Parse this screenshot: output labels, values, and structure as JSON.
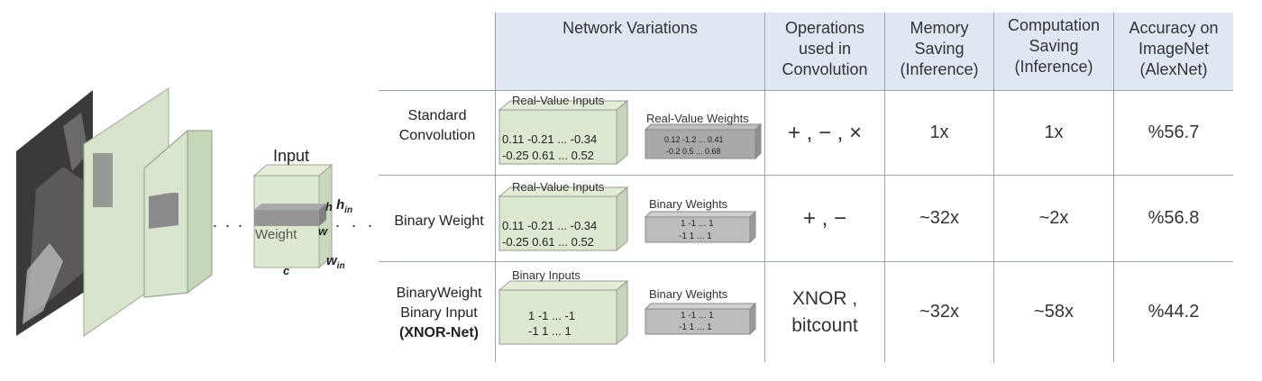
{
  "header": {
    "col1": "Network Variations",
    "col2": "Operations used in Convolution",
    "col3": "Memory Saving (Inference)",
    "col4": "Computation Saving (Inference)",
    "col5": "Accuracy on ImageNet (AlexNet)"
  },
  "rows": [
    {
      "label": "Standard Convolution",
      "input_label": "Real-Value Inputs",
      "input_line1": "0.11 -0.21 ... -0.34",
      "input_line2": "-0.25 0.61 ... 0.52",
      "weight_label": "Real-Value Weights",
      "weight_line1": "0.12 -1.2 ... 0.41",
      "weight_line2": "-0.2 0.5 ... 0.68",
      "ops": "+ , − , ×",
      "memory": "1x",
      "computation": "1x",
      "accuracy": "%56.7"
    },
    {
      "label": "Binary Weight",
      "input_label": "Real-Value Inputs",
      "input_line1": "0.11 -0.21 ... -0.34",
      "input_line2": "-0.25 0.61 ... 0.52",
      "weight_label": "Binary Weights",
      "weight_line1": "1 -1 ... 1",
      "weight_line2": "-1 1 ... 1",
      "ops": "+ , −",
      "memory": "~32x",
      "computation": "~2x",
      "accuracy": "%56.8"
    },
    {
      "label_line1": "BinaryWeight",
      "label_line2": "Binary Input",
      "label_line3": "(XNOR-Net)",
      "input_label": "Binary Inputs",
      "input_line1": "1 -1 ... -1",
      "input_line2": "-1 1 ... 1",
      "weight_label": "Binary Weights",
      "weight_line1": "1 -1 ... 1",
      "weight_line2": "-1 1 ... 1",
      "ops_line1": "XNOR ,",
      "ops_line2": "bitcount",
      "memory": "~32x",
      "computation": "~58x",
      "accuracy": "%44.2"
    }
  ],
  "cnn": {
    "input_title": "Input",
    "weight_label": "Weight",
    "h": "h",
    "w": "w",
    "c": "c",
    "h_in": "h",
    "h_in_sub": "in",
    "w_in": "w",
    "w_in_sub": "in",
    "dots1": ". . .",
    "dots2": ". . ."
  }
}
